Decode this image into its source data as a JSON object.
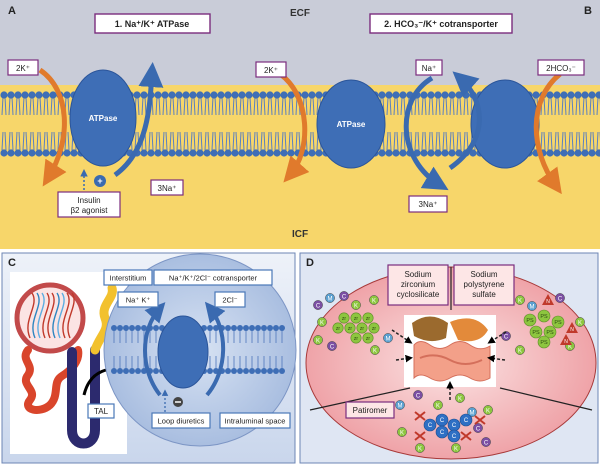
{
  "panelA": {
    "letter": "A",
    "ecf": "ECF",
    "icf": "ICF",
    "title": "1. Na⁺/K⁺ ATPase",
    "k_in": "2K⁺",
    "atpase": "ATPase",
    "na_out": "3Na⁺",
    "stim_line1": "Insulin",
    "stim_line2": "β2 agonist"
  },
  "panelB": {
    "letter": "B",
    "title": "2. HCO₃⁻/K⁺ cotransporter",
    "k_in": "2K⁺",
    "na_in": "Na⁺",
    "hco3": "2HCO₃⁻",
    "atpase": "ATPase",
    "na_out": "3Na⁺"
  },
  "panelC": {
    "letter": "C",
    "interstitium": "Interstitium",
    "cotransporter": "Na⁺/K⁺/2Cl⁻ cotransporter",
    "na_k": "Na⁺ K⁺",
    "cl": "2Cl⁻",
    "tal": "TAL",
    "loop": "Loop diuretics",
    "intraluminal": "Intraluminal space"
  },
  "panelD": {
    "letter": "D",
    "szc_1": "Sodium",
    "szc_2": "zirconium",
    "szc_3": "cyclosilicate",
    "sps_1": "Sodium",
    "sps_2": "polystyrene",
    "sps_3": "sulfate",
    "patiromer": "Patiromer"
  },
  "colors": {
    "ecf_bg": "#c9ccd8",
    "icf_bg": "#f7d66a",
    "membrane": "#3e6eb6",
    "label_border": "#7b2d7e",
    "arrow_orange": "#e07a2c",
    "arrow_blue": "#3a6ab0"
  }
}
